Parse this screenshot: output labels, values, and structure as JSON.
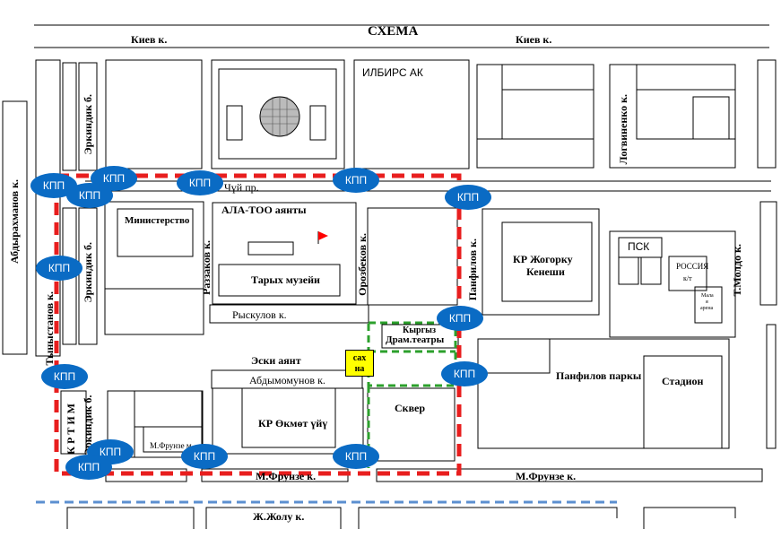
{
  "title": "СХЕМА",
  "streets": {
    "kiev_left": "Киев к.",
    "kiev_right": "Киев к.",
    "chui": "Чүй пр.",
    "ryskulov": "Рыскулов к.",
    "abdymomunov": "Абдымомунов к.",
    "frunze_mid": "М.Фрунзе к.",
    "frunze_right": "М.Фрунзе к.",
    "jolu": "Ж.Жолу к.",
    "erkindik_top": "Эркиндик б.",
    "erkindik_mid": "Эркиндик б.",
    "erkindik_bottom": "Эркиндик б.",
    "logvinenko": "Логвиненко к.",
    "razzakov": "Раззаков к.",
    "orozbekov": "Орозбеков к.",
    "panfilov": "Панфилов к.",
    "t_moldo": "Т.Молдо к.",
    "abdrakhmanov": "Абдырахманов к.",
    "tynystanov": "Тыныстанов к.",
    "kr_tim": "К Р Т И М"
  },
  "places": {
    "ilbirs": "ИЛБИРС АК",
    "ministry": "Министерство",
    "ala_too": "АЛА-ТОО аянты",
    "museum": "Тарых музейи",
    "drama_l1": "Кыргыз",
    "drama_l2": "Драм.театры",
    "old_square": "Эски аянт",
    "sakhna_l1": "сах",
    "sakhna_l2": "на",
    "government": "КР Өкмөт үйү",
    "square": "Сквер",
    "frunze_museum": "М.Фрунзе м",
    "jogorku_l1": "КР Жогорку",
    "jogorku_l2": "Кенеши",
    "psk": "ПСК",
    "russia_l1": "РОССИЯ",
    "russia_l2": "к/т",
    "small_l1": "Мала",
    "small_l2": "я",
    "small_l3": "арена",
    "panfilov_park": "Панфилов паркы",
    "stadium": "Стадион"
  },
  "checkpoints": [
    "КПП",
    "КПП",
    "КПП",
    "КПП",
    "КПП",
    "КПП",
    "КПП",
    "КПП",
    "КПП",
    "КПП",
    "КПП",
    "КПП",
    "КПП",
    "КПП"
  ],
  "colors": {
    "checkpoint": "#0a6bc4",
    "perimeter": "#e81e1e",
    "inner_zone": "#2ca02c",
    "jolu_line": "#5b8fd0",
    "sakhna": "#ffff00"
  }
}
